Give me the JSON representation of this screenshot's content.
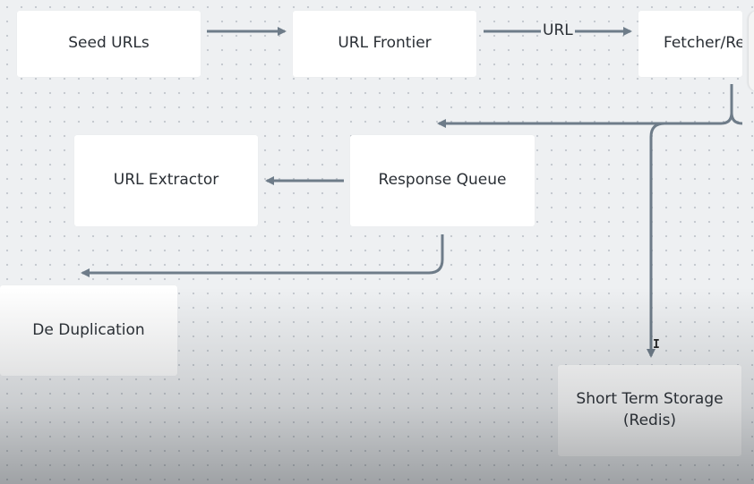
{
  "nodes": {
    "seed_urls": "Seed URLs",
    "url_frontier": "URL Frontier",
    "fetcher": "Fetcher/Re",
    "url_extractor": "URL Extractor",
    "response_queue": "Response Queue",
    "de_duplication": "De Duplication",
    "short_term_storage_line1": "Short Term Storage",
    "short_term_storage_line2": "(Redis)"
  },
  "edge_labels": {
    "frontier_to_fetcher": "URL"
  },
  "colors": {
    "arrow": "#6e7c89",
    "node_fill": "#ffffff",
    "canvas": "#eef0f2"
  }
}
